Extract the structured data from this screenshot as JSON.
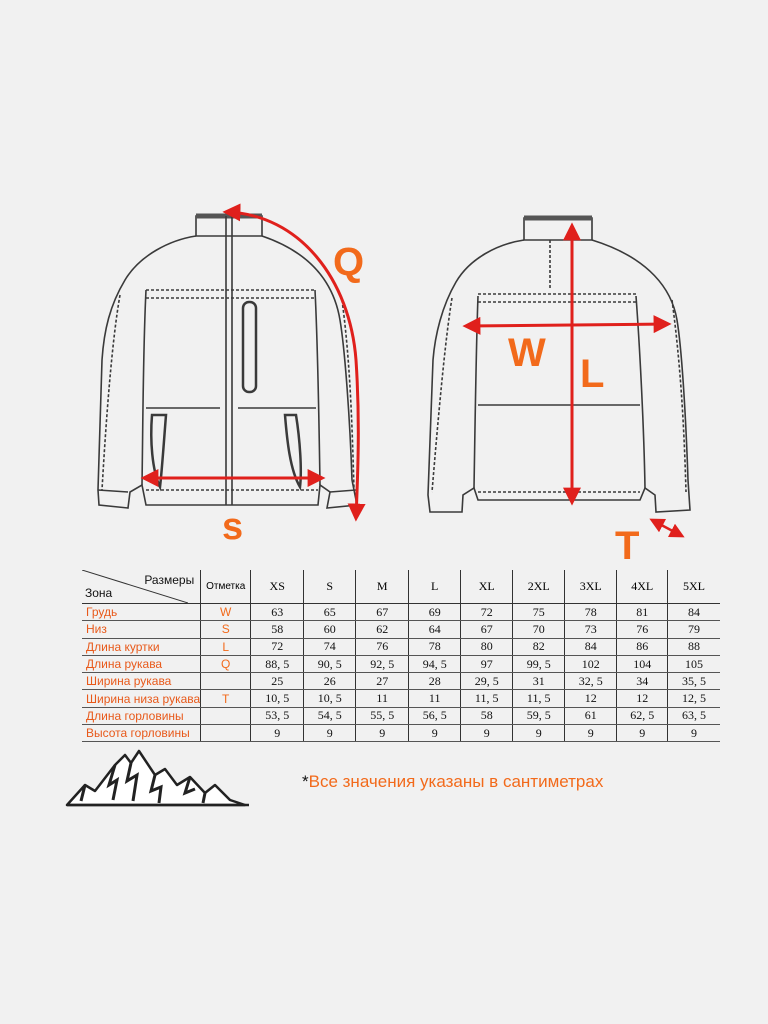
{
  "labels": {
    "q": "Q",
    "s": "S",
    "w": "W",
    "l": "L",
    "t": "T"
  },
  "table": {
    "header_sizes_label": "Размеры",
    "header_zone_label": "Зона",
    "header_mark_label": "Отметка",
    "sizes": [
      "XS",
      "S",
      "M",
      "L",
      "XL",
      "2XL",
      "3XL",
      "4XL",
      "5XL"
    ],
    "rows": [
      {
        "zone": "Грудь",
        "mark": "W",
        "values": [
          "63",
          "65",
          "67",
          "69",
          "72",
          "75",
          "78",
          "81",
          "84"
        ]
      },
      {
        "zone": "Низ",
        "mark": "S",
        "values": [
          "58",
          "60",
          "62",
          "64",
          "67",
          "70",
          "73",
          "76",
          "79"
        ]
      },
      {
        "zone": "Длина куртки",
        "mark": "L",
        "values": [
          "72",
          "74",
          "76",
          "78",
          "80",
          "82",
          "84",
          "86",
          "88"
        ]
      },
      {
        "zone": "Длина рукава",
        "mark": "Q",
        "values": [
          "88, 5",
          "90, 5",
          "92, 5",
          "94, 5",
          "97",
          "99, 5",
          "102",
          "104",
          "105"
        ]
      },
      {
        "zone": "Ширина рукава",
        "mark": "",
        "values": [
          "25",
          "26",
          "27",
          "28",
          "29, 5",
          "31",
          "32, 5",
          "34",
          "35, 5"
        ]
      },
      {
        "zone": "Ширина низа рукава",
        "mark": "T",
        "values": [
          "10, 5",
          "10, 5",
          "11",
          "11",
          "11, 5",
          "11, 5",
          "12",
          "12",
          "12, 5"
        ]
      },
      {
        "zone": "Длина горловины",
        "mark": "",
        "values": [
          "53, 5",
          "54, 5",
          "55, 5",
          "56, 5",
          "58",
          "59, 5",
          "61",
          "62, 5",
          "63, 5"
        ]
      },
      {
        "zone": "Высота горловины",
        "mark": "",
        "values": [
          "9",
          "9",
          "9",
          "9",
          "9",
          "9",
          "9",
          "9",
          "9"
        ]
      }
    ]
  },
  "note": {
    "star": "*",
    "text": "Все значения указаны в сантиметрах"
  },
  "colors": {
    "accent": "#f26a1b",
    "arrow": "#e0201c",
    "zone_text": "#e8591a"
  },
  "icons": {
    "front": "jacket-front-icon",
    "back": "jacket-back-icon",
    "mountain": "mountain-icon"
  }
}
